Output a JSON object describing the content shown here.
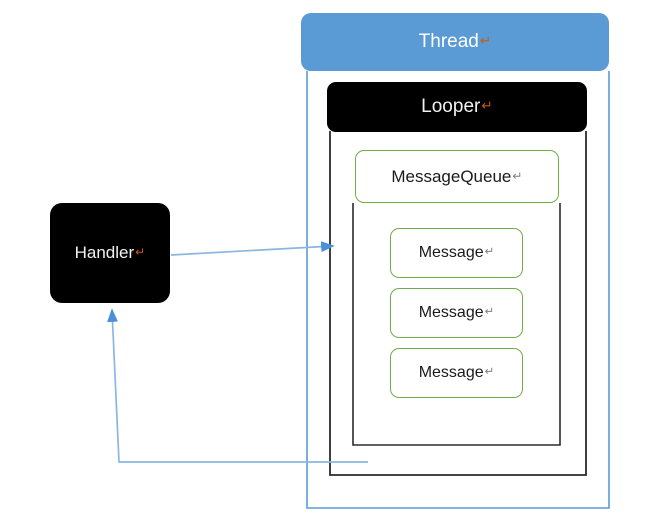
{
  "diagram": {
    "title_text": "Android Handler / Looper / MessageQueue thread diagram",
    "return_mark": "↵",
    "colors": {
      "thread_fill": "#5b9bd5",
      "thread_outline": "#5b9bd5",
      "looper_fill": "#000000",
      "handler_fill": "#000000",
      "message_outline": "#70ad47",
      "container_outline": "#000000",
      "arrow": "#5b9bd5",
      "spellcheck_underline": "#ff0000",
      "text_on_dark": "#f2f2f2",
      "text_on_light": "#1a1a1a",
      "return_mark_color": "#c55a11"
    },
    "nodes": {
      "thread": {
        "label": "Thread",
        "has_return_mark": true,
        "spellchecked": false
      },
      "looper": {
        "label": "Looper",
        "has_return_mark": true,
        "spellchecked": true
      },
      "message_queue": {
        "label": "MessageQueue",
        "has_return_mark": true,
        "spellchecked": true
      },
      "handler": {
        "label": "Handler",
        "has_return_mark": true,
        "spellchecked": false
      },
      "messages": [
        {
          "label": "Message",
          "has_return_mark": true
        },
        {
          "label": "Message",
          "has_return_mark": true
        },
        {
          "label": "Message",
          "has_return_mark": true
        }
      ]
    },
    "containers": [
      {
        "name": "thread-container",
        "outline": "#5b9bd5"
      },
      {
        "name": "looper-container",
        "outline": "#000000"
      },
      {
        "name": "message-queue-container",
        "outline": "#000000"
      }
    ],
    "arrows": [
      {
        "name": "handler-to-queue-arrow",
        "from": "handler",
        "to": "message-queue-container",
        "direction": "right"
      },
      {
        "name": "queue-to-handler-arrow",
        "from": "looper-container",
        "to": "handler",
        "direction": "up"
      }
    ]
  }
}
